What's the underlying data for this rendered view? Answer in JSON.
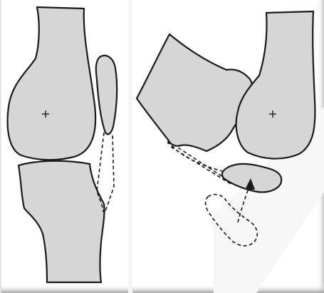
{
  "figure": {
    "colors": {
      "bone_fill": "#d6d6d6",
      "outline": "#1a1a1a",
      "background": "#ffffff",
      "frame_shadow": "#c9c9c9"
    },
    "panels": [
      {
        "name": "normal-knee",
        "structures": [
          "femur",
          "patella",
          "tibia",
          "patellar-ligament"
        ]
      },
      {
        "name": "patellar-dislocation",
        "structures": [
          "femur",
          "tibia",
          "dislocated-patella",
          "original-patella-outline",
          "displacement-arrow",
          "stretched-ligament"
        ]
      }
    ]
  }
}
